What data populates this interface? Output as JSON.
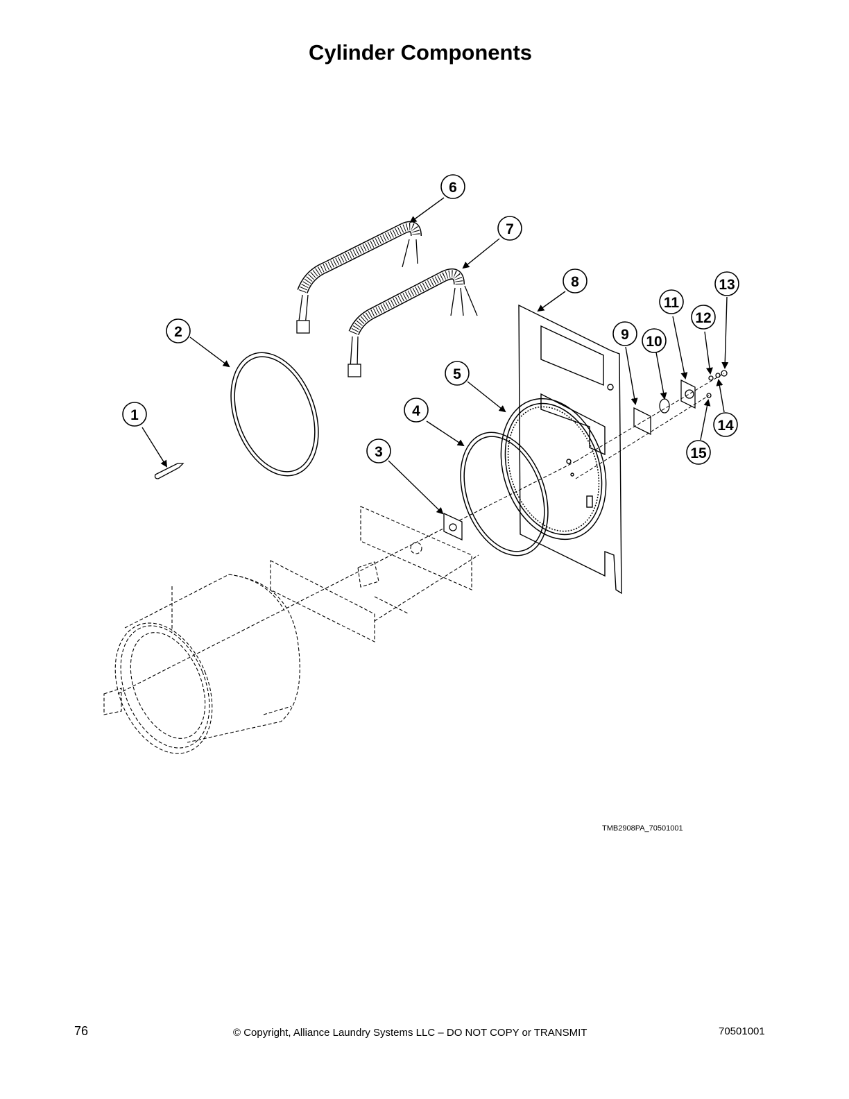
{
  "page": {
    "title": "Cylinder Components",
    "drawing_code": "TMB2908PA_70501001",
    "page_number": "76",
    "copyright": "© Copyright, Alliance Laundry Systems LLC – DO NOT COPY or TRANSMIT",
    "doc_number": "70501001"
  },
  "callouts": [
    "1",
    "2",
    "3",
    "4",
    "5",
    "6",
    "7",
    "8",
    "9",
    "10",
    "11",
    "12",
    "13",
    "14",
    "15"
  ]
}
